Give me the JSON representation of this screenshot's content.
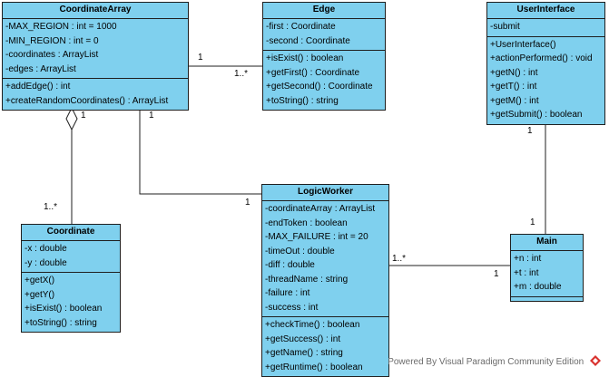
{
  "classes": {
    "coordinate_array": {
      "name": "CoordinateArray",
      "attributes": [
        "-MAX_REGION : int = 1000",
        "-MIN_REGION : int = 0",
        "-coordinates : ArrayList",
        "-edges : ArrayList"
      ],
      "operations": [
        "+addEdge() : int",
        "+createRandomCoordinates() : ArrayList"
      ]
    },
    "edge": {
      "name": "Edge",
      "attributes": [
        "-first : Coordinate",
        "-second : Coordinate"
      ],
      "operations": [
        "+isExist() : boolean",
        "+getFirst() : Coordinate",
        "+getSecond() : Coordinate",
        "+toString() : string"
      ]
    },
    "user_interface": {
      "name": "UserInterface",
      "attributes": [
        "-submit"
      ],
      "operations": [
        "+UserInterface()",
        "+actionPerformed() : void",
        "+getN() : int",
        "+getT() : int",
        "+getM() : int",
        "+getSubmit() : boolean"
      ]
    },
    "coordinate": {
      "name": "Coordinate",
      "attributes": [
        "-x : double",
        "-y : double"
      ],
      "operations": [
        "+getX()",
        "+getY()",
        "+isExist() : boolean",
        "+toString() : string"
      ]
    },
    "logic_worker": {
      "name": "LogicWorker",
      "attributes": [
        "-coordinateArray : ArrayList",
        "-endToken : boolean",
        "-MAX_FAILURE : int = 20",
        "-timeOut : double",
        "-diff : double",
        "-threadName : string",
        "-failure : int",
        "-success : int"
      ],
      "operations": [
        "+checkTime() : boolean",
        "+getSuccess() : int",
        "+getName() : string",
        "+getRuntime() : boolean"
      ]
    },
    "main": {
      "name": "Main",
      "attributes": [
        "+n : int",
        "+t : int",
        "+m : double"
      ],
      "operations": []
    }
  },
  "multiplicities": {
    "ca_edge_source": "1",
    "ca_edge_target": "1..*",
    "ca_coord_source": "1",
    "ca_coord_target": "1..*",
    "ca_lw_source": "1",
    "ca_lw_target": "1",
    "ui_main_source": "1",
    "ui_main_target": "1",
    "lw_main_source": "1..*",
    "lw_main_target": "1"
  },
  "footer": {
    "text": "Powered By  Visual Paradigm Community Edition",
    "logo_icon": "visual-paradigm-logo-icon"
  },
  "colors": {
    "class_fill": "#7fd0ee",
    "border": "#1f1f1f",
    "footer_text": "#6b6b6b"
  }
}
